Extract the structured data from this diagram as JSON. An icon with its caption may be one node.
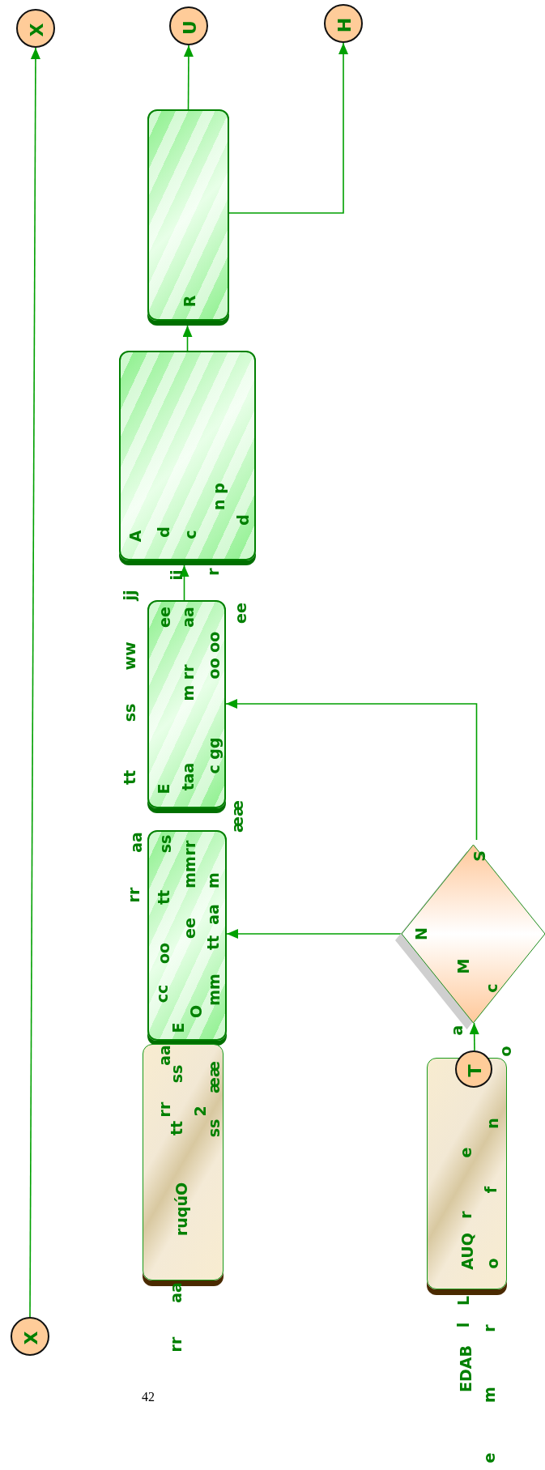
{
  "diagram": {
    "nodes": [
      {
        "text": [
          "X"
        ]
      },
      {
        "text": [
          "U"
        ]
      },
      {
        "text": [
          "H"
        ]
      },
      {
        "text": [
          "R"
        ]
      },
      {
        "text": [
          "A",
          "d",
          "c",
          "n p",
          "d"
        ]
      },
      {
        "text": [
          "E",
          "ee",
          "taa",
          "m rr",
          "aa",
          "c gg",
          "oo oo"
        ]
      },
      {
        "text": [
          "E",
          "cc",
          "oo",
          "tt",
          "ss",
          "ee",
          "mm",
          "rr",
          "O",
          "mm",
          "tt",
          "aa",
          "m"
        ]
      },
      {
        "text": [
          "aa",
          "rr",
          "tt",
          "ss",
          "2",
          "ææ",
          "ss",
          "ruqúO"
        ]
      },
      {
        "text": [
          "S",
          "N",
          "M",
          "c"
        ]
      },
      {
        "text": [
          "e",
          "r",
          "AUQ",
          "f",
          "n",
          "o"
        ]
      },
      {
        "text": [
          "T"
        ]
      },
      {
        "text": [
          "X"
        ]
      }
    ],
    "edges": [
      {
        "from": 11,
        "to": 0,
        "arrow": "to"
      },
      {
        "from": 3,
        "to": 1,
        "arrow": "to"
      },
      {
        "from": 3,
        "to": 2,
        "arrow": "to"
      },
      {
        "from": 4,
        "to": 3,
        "arrow": "to"
      },
      {
        "from": 5,
        "to": 4,
        "arrow": "to"
      },
      {
        "from": 8,
        "to": 5,
        "arrow": "to"
      },
      {
        "from": 8,
        "to": 6,
        "arrow": "to"
      },
      {
        "from": 10,
        "to": 8,
        "arrow": "to"
      }
    ],
    "labels": [
      "r",
      "ii",
      "jj",
      "ww",
      "ss",
      "tt",
      "ee",
      "aa",
      "ææ",
      "rr",
      "aa",
      "rr",
      "a",
      "o",
      "L",
      "l",
      "r",
      "EDAB",
      "m",
      "e",
      "42"
    ]
  }
}
